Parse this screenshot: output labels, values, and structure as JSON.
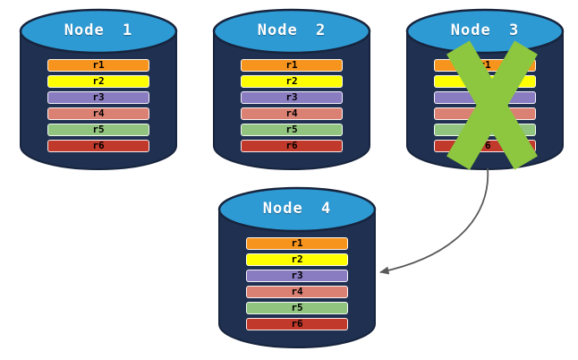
{
  "nodes": [
    {
      "title": "Node 1",
      "failed": false
    },
    {
      "title": "Node 2",
      "failed": false
    },
    {
      "title": "Node 3",
      "failed": true
    },
    {
      "title": "Node 4",
      "failed": false
    }
  ],
  "replicas": [
    {
      "label": "r1",
      "color": "#F7941D"
    },
    {
      "label": "r2",
      "color": "#FFFF00"
    },
    {
      "label": "r3",
      "color": "#8A7CC0"
    },
    {
      "label": "r4",
      "color": "#DB8173"
    },
    {
      "label": "r5",
      "color": "#91C47E"
    },
    {
      "label": "r6",
      "color": "#C0392B"
    }
  ],
  "colors": {
    "cylinder_body": "#1F3051",
    "cylinder_outline": "#17243D",
    "cylinder_top": "#2E9AD4",
    "node_title_text": "#FFFFFF",
    "replica_text": "#000000",
    "failure_x": "#8DC63F",
    "arrow": "#595959"
  },
  "icons": {
    "failure_x": "x-mark-icon",
    "failover_arrow": "curved-arrow-icon"
  }
}
